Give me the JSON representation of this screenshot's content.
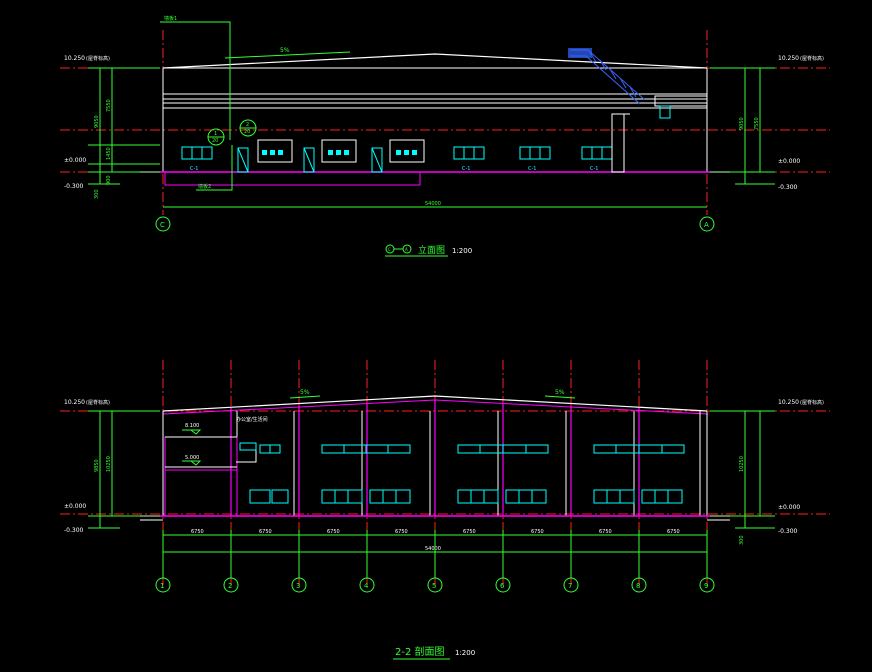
{
  "colors": {
    "background": "#000000",
    "outline": "#ffffff",
    "dimension": "#00ff00",
    "axis": "#ff0000",
    "ground": "#ff00ff",
    "window": "#00ffff",
    "stair": "#3366ff"
  },
  "elevation": {
    "title": "立面图",
    "scale": "1:200",
    "title_markers": [
      "C",
      "A"
    ],
    "slope": "5%",
    "top_level": "10.250",
    "top_note": "(屋脊标高)",
    "ground_level": "±0.000",
    "ground_level_left": "±0.000",
    "outdoor_level": "-0.300",
    "dim_total": "54000",
    "dim_sub_a": "9050",
    "dim_sub_b": "7550",
    "dim_sub_c": "1450",
    "dim_sub_d": "900",
    "dim_sub_e": "300",
    "callout_top": "墙板1",
    "callout_bottom": "墙板2",
    "window_tag": "C-1",
    "bubble_1_num": "1",
    "bubble_1_ref": "20",
    "bubble_2_num": "2",
    "bubble_2_ref": "20",
    "axis_left": "C",
    "axis_right": "A"
  },
  "section": {
    "title": "2-2 剖面图",
    "scale": "1:200",
    "slope_left": "5%",
    "slope_right": "5%",
    "top_level": "10.250",
    "top_note": "(屋脊标高)",
    "ground_level": "±0.000",
    "outdoor_level": "-0.300",
    "floor_level_2": "8.100",
    "floor_level_1": "5.000",
    "room_label": "办公室/生活间",
    "dim_height": "9850",
    "dim_height_b": "10250",
    "dim_small": "300",
    "dim_total": "54000",
    "bay_dims": [
      "6750",
      "6750",
      "6750",
      "6750",
      "6750",
      "6750",
      "6750",
      "6750"
    ],
    "axes": [
      "1",
      "2",
      "3",
      "4",
      "5",
      "6",
      "7",
      "8",
      "9"
    ]
  }
}
